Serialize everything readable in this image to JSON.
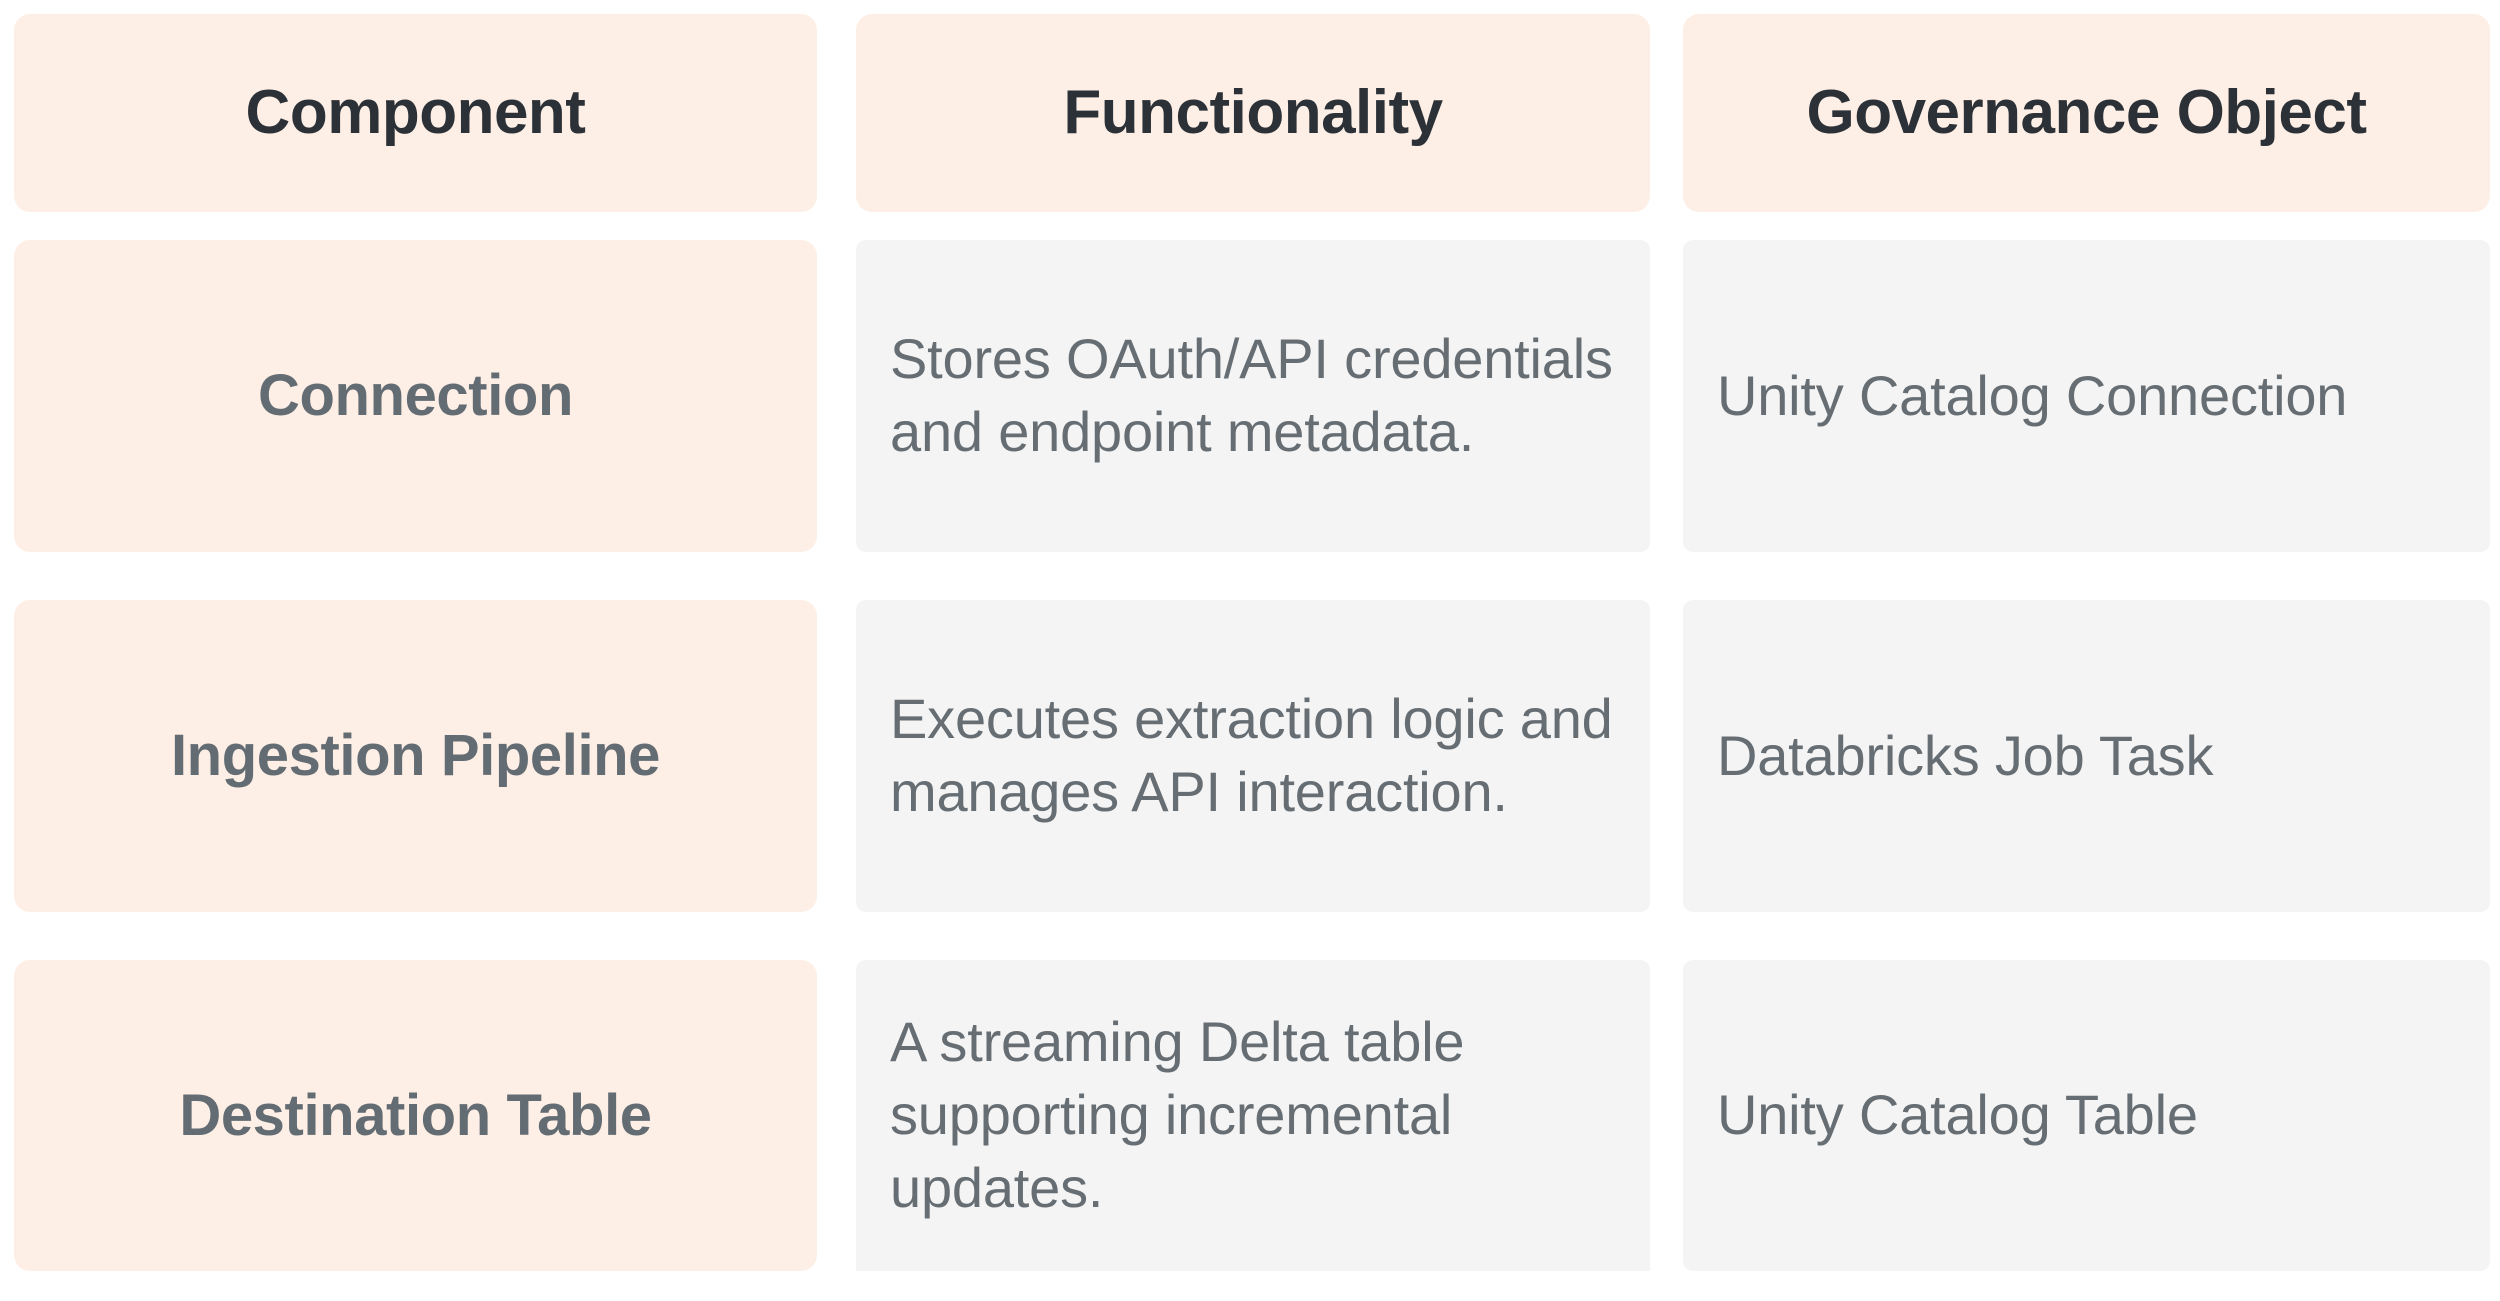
{
  "table": {
    "columns": [
      {
        "key": "component",
        "label": "Component"
      },
      {
        "key": "functionality",
        "label": "Functionality"
      },
      {
        "key": "governance",
        "label": "Governance Object"
      }
    ],
    "rows": [
      {
        "component": "Connection",
        "functionality": "Stores OAuth/API credentials and endpoint metadata.",
        "governance": "Unity Catalog Connection"
      },
      {
        "component": "Ingestion Pipeline",
        "functionality": "Executes extraction logic and manages API interaction.",
        "governance": "Databricks Job Task"
      },
      {
        "component": "Destination Table",
        "functionality": "A streaming Delta table supporting incremental updates.",
        "governance": "Unity Catalog Table"
      }
    ]
  },
  "colors": {
    "accent_cell_background": "#FDEFE6",
    "neutral_cell_background": "#F4F4F4",
    "header_text": "#2B3137",
    "body_text": "#666E74",
    "page_background": "#FFFFFF"
  }
}
